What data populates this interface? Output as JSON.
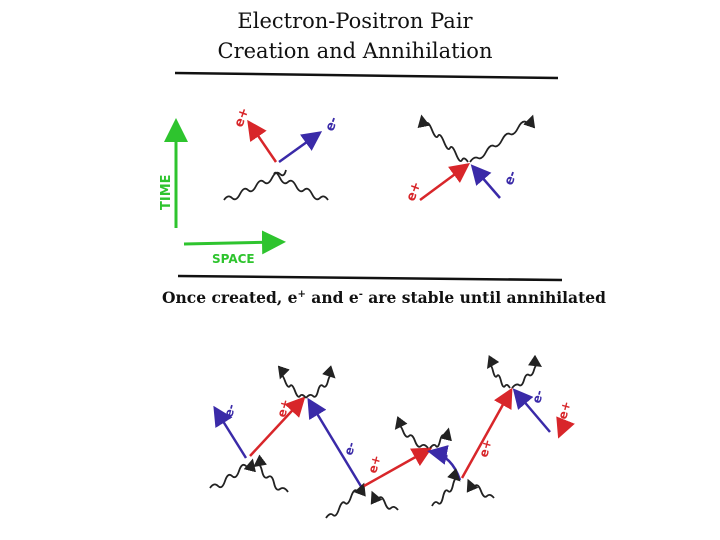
{
  "title": {
    "line1": "Electron-Positron Pair",
    "line2": "Creation and Annihilation"
  },
  "caption": {
    "text_before": "Once created, e",
    "sup_plus": "+",
    "text_middle": " and e",
    "sup_minus": "-",
    "text_after": " are stable until annihilated"
  },
  "axes": {
    "time_label": "TIME",
    "space_label": "SPACE",
    "color": "#2ec42e"
  },
  "particles": {
    "positron_label": "e+",
    "electron_label": "e-",
    "positron_color": "#d8262a",
    "electron_color": "#3a2aa8",
    "photon_color": "#222222"
  }
}
